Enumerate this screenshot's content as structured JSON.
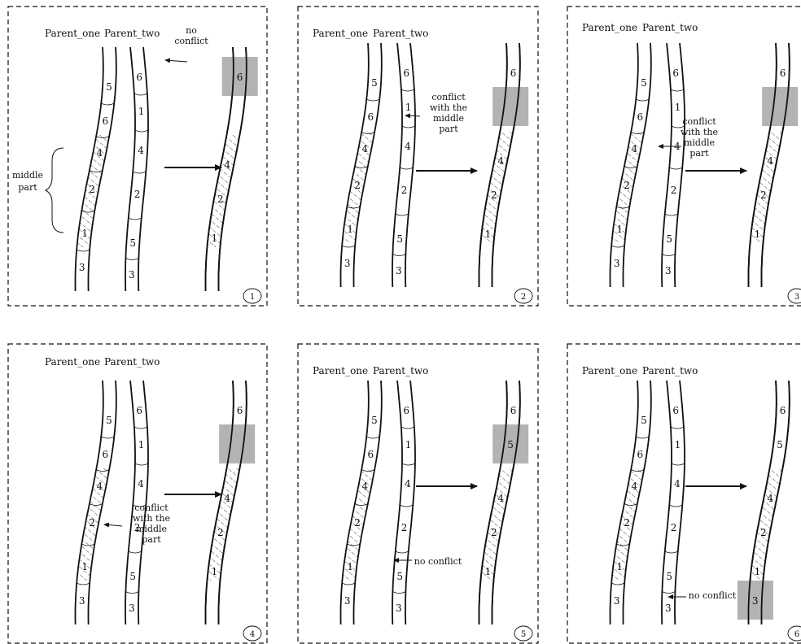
{
  "labels": {
    "parent_one": "Parent_one",
    "parent_two": "Parent_two",
    "middle_part": [
      "middle",
      "part"
    ]
  },
  "colors": {
    "line": "#111111",
    "highlight": "#b3b3b3",
    "hatch": "#333333"
  },
  "panels": [
    {
      "number": "1",
      "parent_one_segments": [
        "5",
        "6",
        "4",
        "2",
        "1",
        "3"
      ],
      "parent_two_segments": [
        "6",
        "1",
        "4",
        "2",
        "5",
        "3"
      ],
      "child_segments": [
        "6",
        "4",
        "2",
        "1"
      ],
      "highlight_slot": "6",
      "annotation": [
        "no",
        "conflict"
      ],
      "show_middle_part": true
    },
    {
      "number": "2",
      "parent_one_segments": [
        "5",
        "6",
        "4",
        "2",
        "1",
        "3"
      ],
      "parent_two_segments": [
        "6",
        "1",
        "4",
        "2",
        "5",
        "3"
      ],
      "child_segments": [
        "6",
        "",
        "4",
        "2",
        "1"
      ],
      "highlight_slot": "",
      "annotation": [
        "conflict",
        "with the",
        "middle",
        "part"
      ],
      "show_middle_part": false
    },
    {
      "number": "3",
      "parent_one_segments": [
        "5",
        "6",
        "4",
        "2",
        "1",
        "3"
      ],
      "parent_two_segments": [
        "6",
        "1",
        "4",
        "2",
        "5",
        "3"
      ],
      "child_segments": [
        "6",
        "",
        "4",
        "2",
        "1"
      ],
      "highlight_slot": "",
      "annotation": [
        "conflict",
        "with the",
        "middle",
        "part"
      ],
      "show_middle_part": false
    },
    {
      "number": "4",
      "parent_one_segments": [
        "5",
        "6",
        "4",
        "2",
        "1",
        "3"
      ],
      "parent_two_segments": [
        "6",
        "1",
        "4",
        "2",
        "5",
        "3"
      ],
      "child_segments": [
        "6",
        "",
        "4",
        "2",
        "1"
      ],
      "highlight_slot": "",
      "annotation": [
        "conflict",
        "with the",
        "middle",
        "part"
      ],
      "show_middle_part": false
    },
    {
      "number": "5",
      "parent_one_segments": [
        "5",
        "6",
        "4",
        "2",
        "1",
        "3"
      ],
      "parent_two_segments": [
        "6",
        "1",
        "4",
        "2",
        "5",
        "3"
      ],
      "child_segments": [
        "6",
        "5",
        "4",
        "2",
        "1"
      ],
      "highlight_slot": "5",
      "annotation": [
        "no conflict"
      ],
      "show_middle_part": false
    },
    {
      "number": "6",
      "parent_one_segments": [
        "5",
        "6",
        "4",
        "2",
        "1",
        "3"
      ],
      "parent_two_segments": [
        "6",
        "1",
        "4",
        "2",
        "5",
        "3"
      ],
      "child_segments": [
        "6",
        "5",
        "4",
        "2",
        "1",
        "3"
      ],
      "highlight_slot": "3",
      "annotation": [
        "no conflict"
      ],
      "show_middle_part": false
    }
  ]
}
